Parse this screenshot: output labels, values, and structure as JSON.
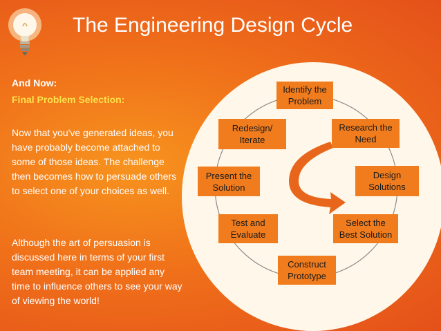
{
  "title": "The Engineering Design Cycle",
  "left_panel": {
    "heading": "And Now:",
    "subheading": "Final Problem Selection:",
    "paragraph1": "Now that you've generated ideas, you have probably become attached to some of those ideas. The challenge then becomes how to persuade others to select one of your choices as well.",
    "paragraph2": "Although the art of persuasion is discussed here in terms of your first team meeting, it can be applied any time to influence others to see your way of viewing the world!"
  },
  "cycle": {
    "steps": [
      "Identify the Problem",
      "Research the Need",
      "Design Solutions",
      "Select the Best Solution",
      "Construct Prototype",
      "Test and Evaluate",
      "Present the Solution",
      "Redesign/ Iterate"
    ]
  },
  "colors": {
    "background": "#f0711a",
    "step_box": "#f07c1e",
    "subheading": "#ffe14d",
    "arrow": "#e8661c"
  },
  "icons": [
    "lightbulb-icon",
    "cycle-arrow-icon"
  ]
}
